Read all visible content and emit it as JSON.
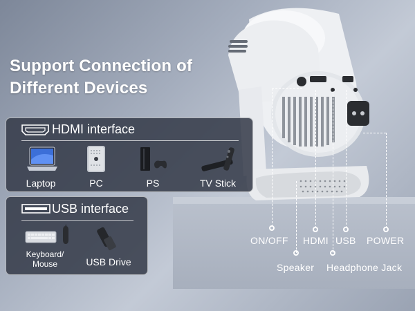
{
  "headline": {
    "line1": "Support Connection of",
    "line2": "Different Devices"
  },
  "hdmi_panel": {
    "title": "HDMI interface",
    "devices": [
      {
        "label": "Laptop",
        "icon": "laptop-icon"
      },
      {
        "label": "PC",
        "icon": "pc-tower-icon"
      },
      {
        "label": "PS",
        "icon": "game-console-icon"
      },
      {
        "label": "TV Stick",
        "icon": "tv-stick-remote-icon"
      }
    ]
  },
  "usb_panel": {
    "title": "USB interface",
    "devices": [
      {
        "label_line1": "Keyboard/",
        "label_line2": "Mouse",
        "icon": "keyboard-mouse-icon"
      },
      {
        "label": "USB Drive",
        "icon": "usb-drive-icon"
      }
    ]
  },
  "ports": {
    "on_off": "ON/OFF",
    "hdmi": "HDMI",
    "usb": "USB",
    "power": "POWER",
    "speaker": "Speaker",
    "headphone_jack": "Headphone Jack"
  },
  "colors": {
    "panel_bg": "#343a48",
    "text": "#ffffff",
    "projector_body": "#e9ebef"
  }
}
